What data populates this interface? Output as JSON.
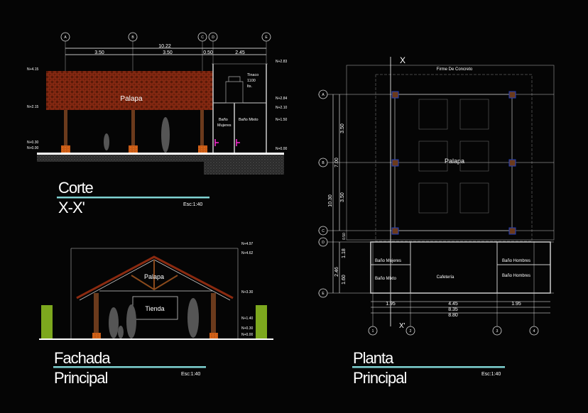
{
  "colors": {
    "background": "#050505",
    "roof": "#8b2a10",
    "column": "#6b3a1c",
    "footing": "#d9661a",
    "accent_line": "#7fd3d3",
    "pipe": "#ff2bd6",
    "column_box": "#1f3fbf",
    "plant": "#7da81e"
  },
  "corte": {
    "title_line1": "Corte",
    "title_line2": "X-X'",
    "scale": "Esc:1:40",
    "grid": [
      "A",
      "B",
      "C",
      "D",
      "E"
    ],
    "dim_total": "10.22",
    "dims": [
      "3.50",
      "3.50",
      "0.50",
      "2.45"
    ],
    "roof_label": "Palapa",
    "tank_label": [
      "Tinaco",
      "1100",
      "lts."
    ],
    "rooms": [
      [
        "Baño",
        "Mujeres"
      ],
      [
        "Baño Mixto"
      ]
    ],
    "levels_left": [
      "N+4.15",
      "N+2.15",
      "N+0.30",
      "N+0.00"
    ],
    "levels_right": [
      "N+2.83",
      "N+2.84",
      "N+2.10",
      "N+1.50",
      "N+0.00"
    ]
  },
  "fachada": {
    "title_line1": "Fachada",
    "title_line2": "Principal",
    "scale": "Esc:1:40",
    "roof_label": "Palapa",
    "sign_label": "Tienda",
    "levels": [
      "N+4.97",
      "N+4.62",
      "N+3.30",
      "N+1.40",
      "N+0.30",
      "N+0.00"
    ]
  },
  "planta": {
    "title_line1": "Planta",
    "title_line2": "Principal",
    "scale": "Esc:1:40",
    "section_marks": [
      "X",
      "X'"
    ],
    "slab_label": "Firme De Concreto",
    "area_label": "Palapa",
    "grid_rows": [
      "A",
      "B",
      "C",
      "D",
      "E"
    ],
    "grid_cols": [
      "1",
      "2",
      "3",
      "4"
    ],
    "dims_vertical": [
      "10.30",
      "7.00",
      "3.50",
      "3.50",
      "0.50",
      "2.46",
      "1.18",
      "1.60"
    ],
    "dims_horizontal": [
      "1.95",
      "4.45",
      "1.95",
      "8.35",
      "8.80"
    ],
    "rooms": {
      "bano_mujeres": "Baño Mujeres",
      "bano_mixto": "Baño Mixto",
      "cafeteria": "Cafetería",
      "bano_hombres_1": "Baño Hombres",
      "bano_hombres_2": "Baño Hombres"
    }
  }
}
